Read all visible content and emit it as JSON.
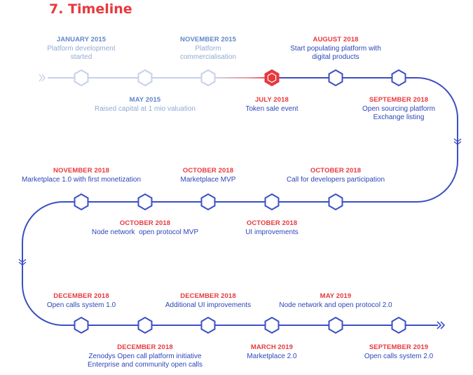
{
  "page": {
    "title": "7. Timeline"
  },
  "colors": {
    "accent": "#e8383d",
    "line": "#3b4fc4",
    "faded": "#c5d0ea",
    "faded_text": "#92aad4"
  },
  "milestones": [
    {
      "date": "JANUARY 2015",
      "text": "Platform development\nstarted",
      "status": "done"
    },
    {
      "date": "MAY 2015",
      "text": "Raised capital at 1 mio valuation",
      "status": "done"
    },
    {
      "date": "NOVEMBER 2015",
      "text": "Platform\ncommercialisation",
      "status": "done"
    },
    {
      "date": "JULY 2018",
      "text": "Token sale event",
      "status": "current"
    },
    {
      "date": "AUGUST 2018",
      "text": "Start populating platform with\ndigital products",
      "status": "plan"
    },
    {
      "date": "SEPTEMBER 2018",
      "text": "Open sourcing platform\nExchange listing",
      "status": "plan"
    },
    {
      "date": "OCTOBER 2018",
      "text": "Call for developers participation",
      "status": "plan"
    },
    {
      "date": "OCTOBER 2018",
      "text": "UI improvements",
      "status": "plan"
    },
    {
      "date": "OCTOBER 2018",
      "text": "Marketplace MVP",
      "status": "plan"
    },
    {
      "date": "OCTOBER 2018",
      "text": "Node network  open protocol MVP",
      "status": "plan"
    },
    {
      "date": "NOVEMBER 2018",
      "text": "Marketplace 1.0 with first monetization",
      "status": "plan"
    },
    {
      "date": "DECEMBER 2018",
      "text": "Open calls system 1.0",
      "status": "plan"
    },
    {
      "date": "DECEMBER 2018",
      "text": "Zenodys Open call platform initiative\nEnterprise and community open calls",
      "status": "plan"
    },
    {
      "date": "DECEMBER 2018",
      "text": "Additional UI improvements",
      "status": "plan"
    },
    {
      "date": "MARCH 2019",
      "text": "Marketplace 2.0",
      "status": "plan"
    },
    {
      "date": "MAY 2019",
      "text": "Node network and open protocol 2.0",
      "status": "plan"
    },
    {
      "date": "SEPTEMBER 2019",
      "text": "Open calls system 2.0",
      "status": "plan"
    }
  ]
}
